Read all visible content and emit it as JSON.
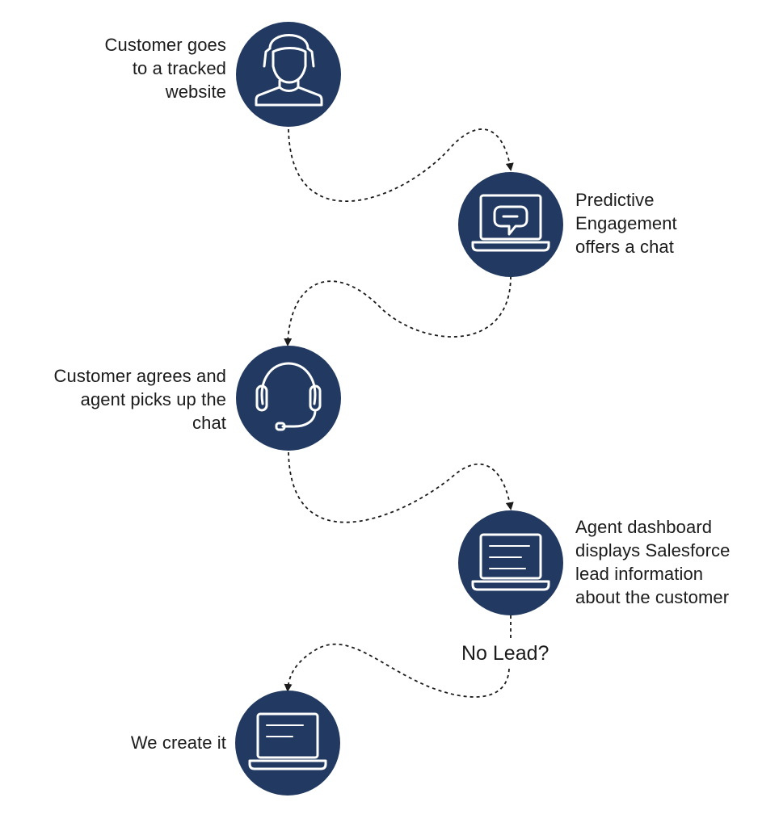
{
  "colors": {
    "circle": "#223a61",
    "icon": "#ffffff",
    "connector": "#1b1b1b",
    "text": "#1b1b1b",
    "background": "#ffffff"
  },
  "steps": [
    {
      "icon": "customer-icon",
      "lines": [
        "Customer goes",
        "to a tracked",
        "website"
      ]
    },
    {
      "icon": "laptop-chat-icon",
      "lines": [
        "Predictive",
        "Engagement",
        "offers a chat"
      ]
    },
    {
      "icon": "headset-icon",
      "lines": [
        "Customer agrees and",
        "agent picks up the",
        "chat"
      ]
    },
    {
      "icon": "laptop-dashboard-icon",
      "lines": [
        "Agent dashboard",
        "displays Salesforce",
        "lead information",
        "about the customer"
      ]
    },
    {
      "icon": "laptop-document-icon",
      "lines": [
        "We create it"
      ]
    }
  ],
  "decision": {
    "label": "No Lead?"
  }
}
